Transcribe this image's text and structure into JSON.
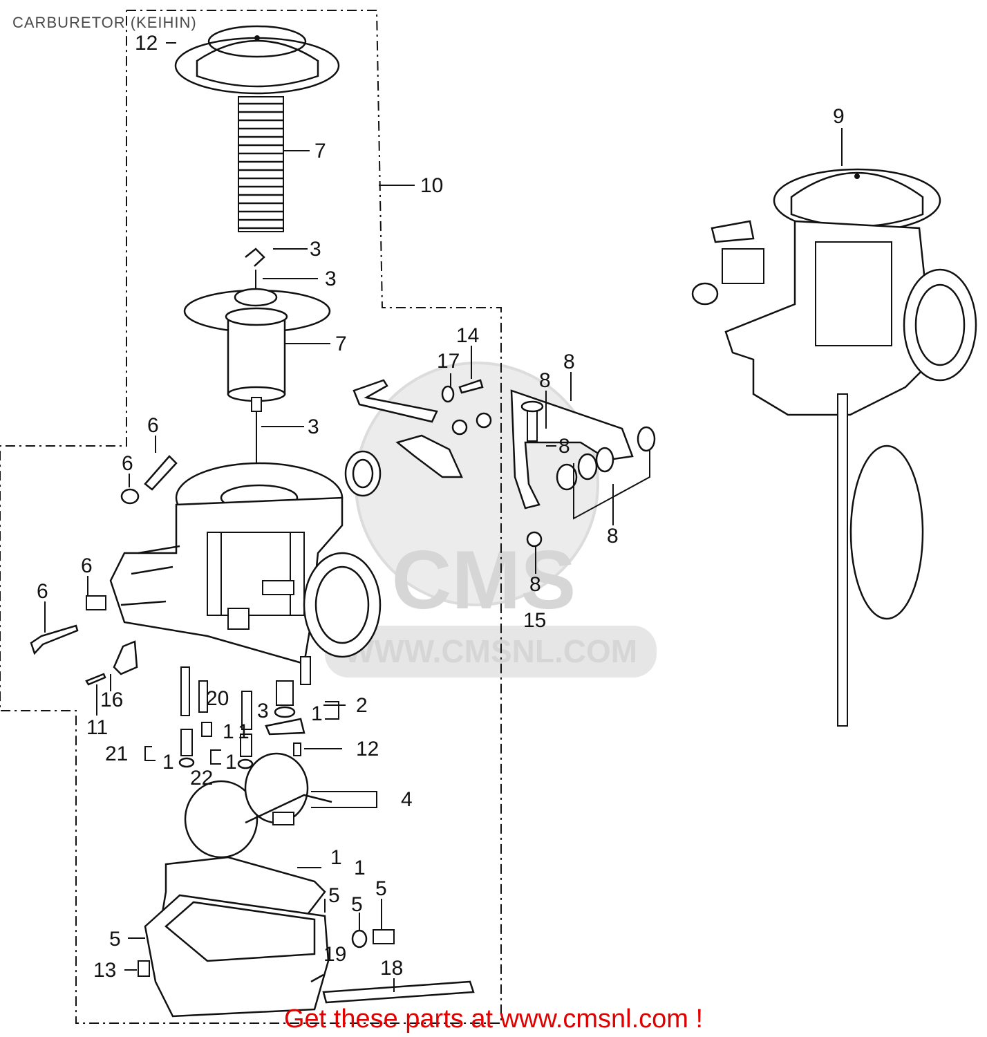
{
  "title": "CARBURETOR (KEIHIN)",
  "footer": "Get these parts at www.cmsnl.com !",
  "watermark": {
    "logo_text": "CMS",
    "url_text": "WWW.CMSNL.COM"
  },
  "callouts": {
    "c12a": "12",
    "c7a": "7",
    "c10": "10",
    "c3a": "3",
    "c3b": "3",
    "c7b": "7",
    "c3c": "3",
    "c9": "9",
    "c14": "14",
    "c17": "17",
    "c8a": "8",
    "c8b": "8",
    "c8c": "8",
    "c8d": "8",
    "c8e": "8",
    "c15": "15",
    "c6a": "6",
    "c6b": "6",
    "c6c": "6",
    "c6d": "6",
    "c16": "16",
    "c11": "11",
    "c20": "20",
    "c3d": "3",
    "c1a": "1",
    "c1b": "1",
    "c2": "2",
    "c1c": "1",
    "c12b": "12",
    "c21": "21",
    "c1d": "1",
    "c22": "22",
    "c1e": "1",
    "c4": "4",
    "c1f": "1",
    "c1g": "1",
    "c5a": "5",
    "c5b": "5",
    "c5c": "5",
    "c5d": "5",
    "c13": "13",
    "c19": "19",
    "c18": "18"
  }
}
